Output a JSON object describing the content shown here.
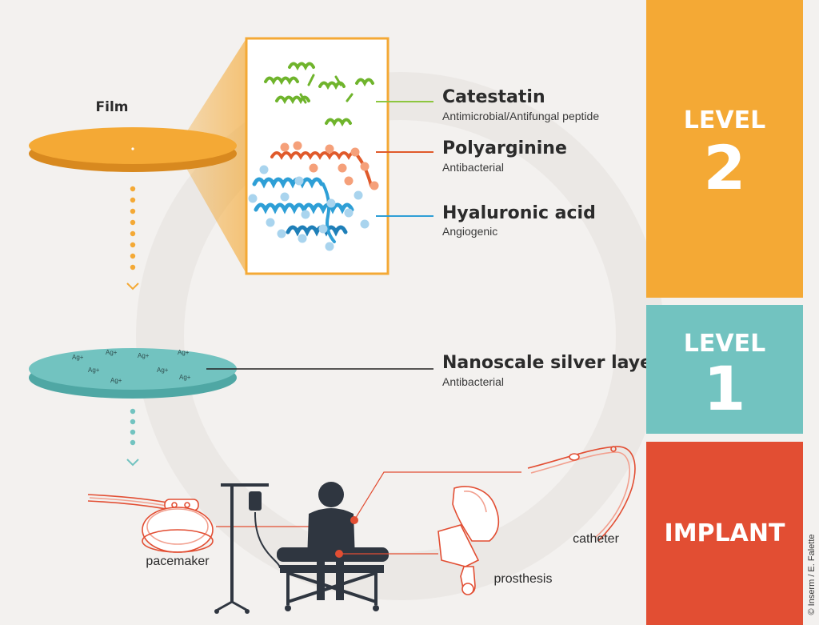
{
  "film": {
    "label": "Film"
  },
  "molecules": [
    {
      "name": "Catestatin",
      "description": "Antimicrobial/Antifungal peptide",
      "color": "#8dc63f"
    },
    {
      "name": "Polyarginine",
      "description": "Antibacterial",
      "color": "#e05a2b"
    },
    {
      "name": "Hyaluronic acid",
      "description": "Angiogenic",
      "color": "#2e9fd6"
    }
  ],
  "silver_layer": {
    "name": "Nanoscale silver layer",
    "description": "Antibacterial",
    "ion_label": "Ag+"
  },
  "levels": [
    {
      "label": "LEVEL",
      "number": "2",
      "color": "#f4a935"
    },
    {
      "label": "LEVEL",
      "number": "1",
      "color": "#72c3c0"
    },
    {
      "label": "IMPLANT",
      "color": "#e24e33"
    }
  ],
  "implants": {
    "pacemaker": "pacemaker",
    "catheter": "catheter",
    "prosthesis": "prosthesis"
  },
  "credit": "© Inserm / E. Falette",
  "colors": {
    "film": "#f4a935",
    "silver": "#72c3c0",
    "implant": "#e24e33",
    "background": "#f3f1ef"
  },
  "icons": [
    "chevron-down-icon",
    "pacemaker-icon",
    "patient-icon",
    "iv-stand-icon",
    "catheter-icon",
    "knee-prosthesis-icon"
  ]
}
